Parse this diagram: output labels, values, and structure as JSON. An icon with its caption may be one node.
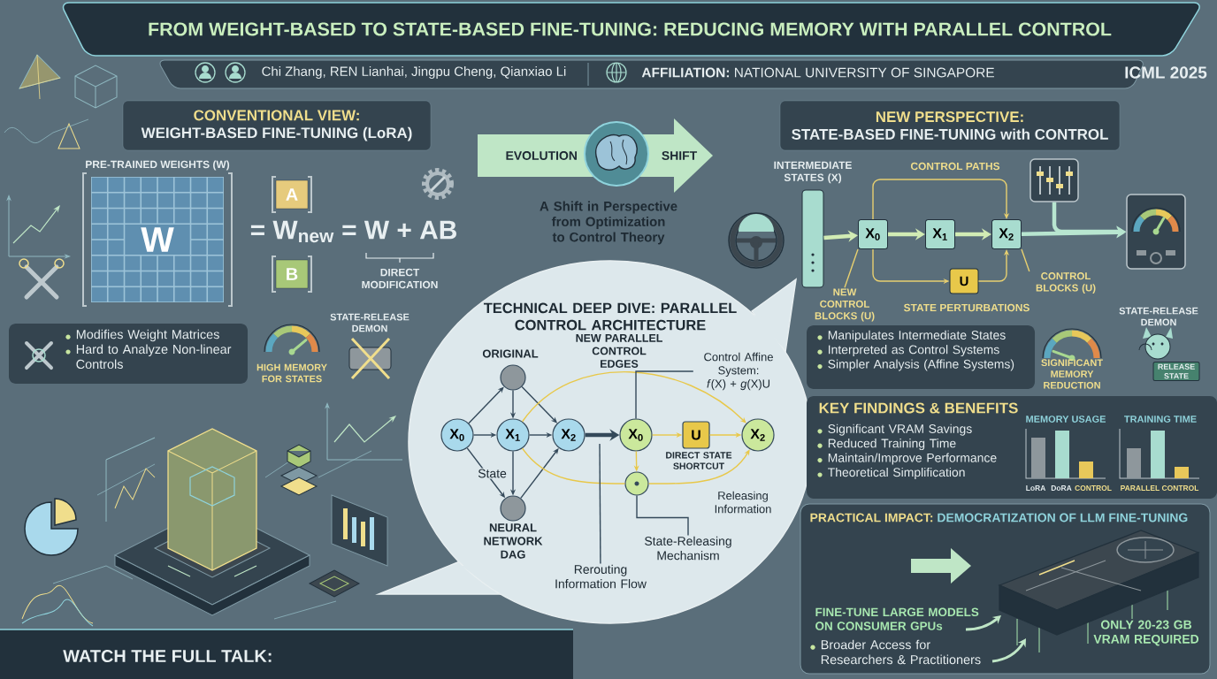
{
  "diagram": {
    "title": "FROM WEIGHT-BASED TO STATE-BASED FINE-TUNING: REDUCING MEMORY WITH PARALLEL CONTROL",
    "nodes": [
      {
        "text": [
          "CONVENTIONAL VIEW:",
          "WEIGHT-BASED FINE-TUNING (LoRA)"
        ]
      },
      {
        "text": [
          "PRE-TRAINED WEIGHTS (W)",
          "W"
        ]
      },
      {
        "text": [
          "A"
        ]
      },
      {
        "text": [
          "B"
        ]
      },
      {
        "text": [
          "Modifies Weight Matrices",
          "Hard to Analyze Non-linear Controls"
        ]
      },
      {
        "text": [
          "EVOLUTION",
          "SHIFT"
        ],
        "beside": [
          "A Shift in Perspective from Optimization to Control Theory"
        ]
      },
      {
        "text": [
          "TECHNICAL DEEP DIVE: PARALLEL CONTROL ARCHITECTURE"
        ]
      },
      {
        "text": [
          "X$_{0}$"
        ],
        "in": 6
      },
      {
        "text": [],
        "shape": "circle",
        "beside": [
          "ORIGINAL"
        ],
        "in": 6
      },
      {
        "text": [
          "X$_{1}$"
        ],
        "in": 6
      },
      {
        "text": [
          "X$_{2}$"
        ],
        "in": 6
      },
      {
        "text": [],
        "shape": "circle",
        "beside": [
          "NEURAL NETWORK DAG"
        ],
        "in": 6
      },
      {
        "text": [
          "X$_{0}$"
        ],
        "in": 6
      },
      {
        "text": [
          "U"
        ],
        "in": 6
      },
      {
        "text": [
          "X$_{2}$"
        ],
        "in": 6
      },
      {
        "text": [],
        "shape": "circle",
        "in": 6
      },
      {
        "text": [
          "Control Affine System: *f*(X) + *g*(X)U"
        ],
        "in": 6
      },
      {
        "text": [
          "State-Releasing Mechanism"
        ],
        "in": 6
      },
      {
        "text": [
          "Rerouting Information Flow"
        ],
        "in": 6
      },
      {
        "text": [
          "NEW PERSPECTIVE:",
          "STATE-BASED FINE-TUNING with CONTROL"
        ]
      },
      {
        "text": [
          "INTERMEDIATE STATES (X)"
        ]
      },
      {
        "text": [
          "X$_{0}$"
        ]
      },
      {
        "text": [
          "X$_{1}$"
        ]
      },
      {
        "text": [
          "X$_{2}$"
        ]
      },
      {
        "text": [
          "U"
        ]
      },
      {
        "text": [
          "NEW CONTROL BLOCKS (U)"
        ]
      },
      {
        "text": [
          "CONTROL BLOCKS (U)"
        ]
      },
      {
        "text": [],
        "shape": "picture"
      },
      {
        "text": [],
        "shape": "picture"
      },
      {
        "text": [
          "Manipulates Intermediate States",
          "Interpreted as Control Systems",
          "Simpler Analysis (Affine Systems)"
        ]
      },
      {
        "text": [
          "RELEASE STATE"
        ]
      },
      {
        "text": [
          "KEY FINDINGS & BENEFITS",
          "Significant VRAM Savings",
          "Reduced Training Time",
          "Maintain/Improve Performance",
          "Theoretical Simplification"
        ]
      },
      {
        "text": [
          "PRACTICAL IMPACT:",
          "DEMOCRATIZATION OF LLM FINE-TUNING",
          "FINE-TUNE LARGE MODELS ON CONSUMER GPUs",
          "Broader Access for Researchers & Practitioners",
          "ONLY 20-23 GB VRAM REQUIRED"
        ]
      }
    ],
    "edges": [
      {
        "from": 7,
        "to": 8,
        "arrow": "to"
      },
      {
        "from": 7,
        "to": 9,
        "arrow": "to"
      },
      {
        "from": 7,
        "to": 11,
        "arrow": "to"
      },
      {
        "from": 8,
        "to": 9,
        "arrow": "to"
      },
      {
        "from": 8,
        "to": 10,
        "arrow": "to"
      },
      {
        "from": 9,
        "to": 10,
        "arrow": "to"
      },
      {
        "from": 9,
        "to": 11,
        "arrow": "to",
        "label": "State"
      },
      {
        "from": 11,
        "to": 10,
        "arrow": "to"
      },
      {
        "from": 10,
        "to": 12,
        "arrow": "to",
        "style": "thick"
      },
      {
        "from": 12,
        "to": 13,
        "arrow": "to",
        "color": "#e8c84a"
      },
      {
        "from": 13,
        "to": 14,
        "arrow": "to",
        "color": "#e8c84a"
      },
      {
        "from": 12,
        "to": 15,
        "arrow": "to",
        "color": "#e8c84a"
      },
      {
        "from": 9,
        "to": 14,
        "arrow": "to",
        "color": "#e8c84a"
      },
      {
        "from": 9,
        "to": 15,
        "arrow": "none",
        "color": "#e8c84a"
      },
      {
        "from": 15,
        "to": 14,
        "arrow": "to",
        "color": "#e8c84a"
      },
      {
        "from": 16,
        "to": 12,
        "arrow": "none"
      },
      {
        "from": 17,
        "to": 15,
        "arrow": "none"
      },
      {
        "from": 18,
        "to": null,
        "arrow": "none"
      },
      {
        "from": 20,
        "to": 21,
        "arrow": "to",
        "style": "thick",
        "color": "#d2ecb4"
      },
      {
        "from": 21,
        "to": 22,
        "arrow": "to",
        "style": "thick",
        "color": "#d2ecb4"
      },
      {
        "from": 22,
        "to": 23,
        "arrow": "to",
        "style": "thick",
        "color": "#d2ecb4"
      },
      {
        "from": 21,
        "to": 23,
        "arrow": "to",
        "color": "#e8d070"
      },
      {
        "from": 21,
        "to": 24,
        "arrow": "to",
        "color": "#e8d070"
      },
      {
        "from": 24,
        "to": 23,
        "arrow": "to",
        "color": "#e8d070"
      },
      {
        "from": 23,
        "to": 28,
        "arrow": "to",
        "style": "thick",
        "color": "#b8e6d0"
      },
      {
        "from": 27,
        "to": 28,
        "arrow": "to",
        "style": "thick",
        "color": "#b8e6d0"
      },
      {
        "from": 25,
        "to": 21,
        "arrow": "none",
        "color": "#e8d070"
      },
      {
        "from": 26,
        "to": 23,
        "arrow": "none",
        "color": "#e8d070"
      }
    ],
    "labels": [
      "Chi Zhang, REN Lianhai, Jingpu Cheng, Qianxiao Li",
      "**AFFILIATION:** NATIONAL UNIVERSITY OF SINGAPORE",
      "ICML 2025",
      "= W$_{new}$ = W + AB",
      "DIRECT MODIFICATION",
      "HIGH MEMORY FOR STATES",
      "STATE-RELEASE DEMON",
      "NEW PARALLEL CONTROL EDGES",
      "DIRECT STATE SHORTCUT",
      "Releasing Information",
      "CONTROL PATHS",
      "STATE PERTURBATIONS",
      "SIGNIFICANT MEMORY REDUCTION",
      "STATE-RELEASE DEMON",
      "MEMORY USAGE",
      "TRAINING TIME",
      "LoRA",
      "DoRA",
      "CONTROL",
      "PARALLEL CONTROL",
      "WATCH THE FULL TALK:"
    ]
  }
}
